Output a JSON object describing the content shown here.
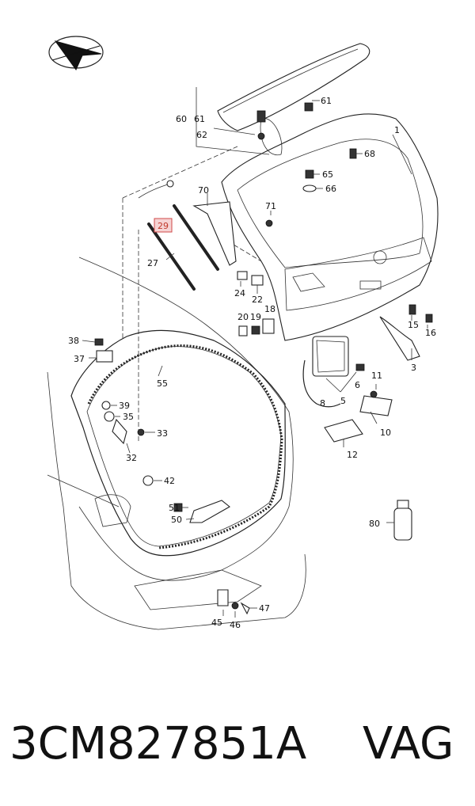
{
  "diagram": {
    "callouts": {
      "c1": "1",
      "c3": "3",
      "c5": "5",
      "c6": "6",
      "c8": "8",
      "c10": "10",
      "c11": "11",
      "c12": "12",
      "c15": "15",
      "c16": "16",
      "c18": "18",
      "c19": "19",
      "c20": "20",
      "c22": "22",
      "c24": "24",
      "c27": "27",
      "c29": "29",
      "c32": "32",
      "c33": "33",
      "c35": "35",
      "c37": "37",
      "c38": "38",
      "c39": "39",
      "c42": "42",
      "c45": "45",
      "c46": "46",
      "c47": "47",
      "c50": "50",
      "c51": "51",
      "c55": "55",
      "c60": "60",
      "c61a": "61",
      "c61b": "61",
      "c62": "62",
      "c65": "65",
      "c66": "66",
      "c68": "68",
      "c70": "70",
      "c71": "71",
      "c80": "80"
    },
    "highlighted_callout": "29",
    "highlight_color": "#d04a4a"
  },
  "caption": {
    "part_number": "3CM827851A",
    "brand": "VAG"
  }
}
